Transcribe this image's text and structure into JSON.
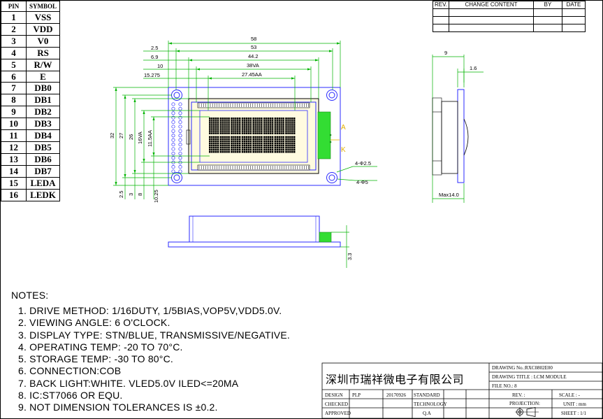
{
  "pin_table": {
    "header": {
      "pin": "PIN",
      "symbol": "SYMBOL"
    },
    "rows": [
      {
        "pin": "1",
        "symbol": "VSS"
      },
      {
        "pin": "2",
        "symbol": "VDD"
      },
      {
        "pin": "3",
        "symbol": "V0"
      },
      {
        "pin": "4",
        "symbol": "RS"
      },
      {
        "pin": "5",
        "symbol": "R/W"
      },
      {
        "pin": "6",
        "symbol": "E"
      },
      {
        "pin": "7",
        "symbol": "DB0"
      },
      {
        "pin": "8",
        "symbol": "DB1"
      },
      {
        "pin": "9",
        "symbol": "DB2"
      },
      {
        "pin": "10",
        "symbol": "DB3"
      },
      {
        "pin": "11",
        "symbol": "DB4"
      },
      {
        "pin": "12",
        "symbol": "DB5"
      },
      {
        "pin": "13",
        "symbol": "DB6"
      },
      {
        "pin": "14",
        "symbol": "DB7"
      },
      {
        "pin": "15",
        "symbol": "LEDA"
      },
      {
        "pin": "16",
        "symbol": "LEDK"
      }
    ]
  },
  "revision_table": {
    "headers": [
      "REV.",
      "CHANGE CONTENT",
      "BY",
      "DATE"
    ]
  },
  "dimensions": {
    "horizontal": [
      "58",
      "53",
      "44.2",
      "38VA",
      "27.45AA"
    ],
    "horizontal_left": [
      "2.5",
      "6.9",
      "10",
      "15.275"
    ],
    "vertical": [
      "32",
      "27",
      "26",
      "16VA",
      "11.5AA"
    ],
    "vertical_bottom": [
      "2.5",
      "3",
      "8",
      "10.25"
    ],
    "holes": [
      "4-Φ2.5",
      "4-Φ5"
    ],
    "side_top": "9",
    "side_thickness": "1.6",
    "side_bottom": "Max14.0",
    "bottom_height": "3.3",
    "pin_marks": [
      "A",
      "K"
    ]
  },
  "notes": {
    "title": "NOTES:",
    "items": [
      "1. DRIVE METHOD: 1/16DUTY, 1/5BIAS,VOP5V,VDD5.0V.",
      "2. VIEWING ANGLE: 6 O'CLOCK.",
      "3. DISPLAY TYPE: STN/BLUE, TRANSMISSIVE/NEGATIVE.",
      "4. OPERATING TEMP: -20 TO 70°C.",
      "5. STORAGE TEMP: -30 TO 80°C.",
      "6. CONNECTION:COB",
      "7. BACK LIGHT:WHITE. VLED5.0V ILED<=20MA",
      "8. IC:ST7066 OR EQU.",
      "9. NOT DIMENSION TOLERANCES IS ±0.2."
    ]
  },
  "title_block": {
    "company": "深圳市瑞祥微电子有限公司",
    "drawing_no": "DRAWING No.:RXC0802E00",
    "drawing_title": "DRAWING TITLE : LCM MODULE",
    "file_no": "FILE NO.: 8",
    "rev": "REV. :",
    "scale": "SCALE : -",
    "projection": "PROJECTION:",
    "unit": "UNIT : mm",
    "sheet": "SHEET : 1/1",
    "design_label": "DESIGN",
    "design_value": "PLP",
    "date": "20170926",
    "standard": "STANDARD",
    "checked": "CHECKED",
    "technology": "TECHNOLOGY",
    "approved": "APPROVED",
    "qa": "Q.A"
  },
  "colors": {
    "outline": "#2a2aff",
    "dimension": "#00b400",
    "backlight": "#33dd33",
    "lcd_panel": "#fffbe0",
    "chars": "#000000"
  }
}
